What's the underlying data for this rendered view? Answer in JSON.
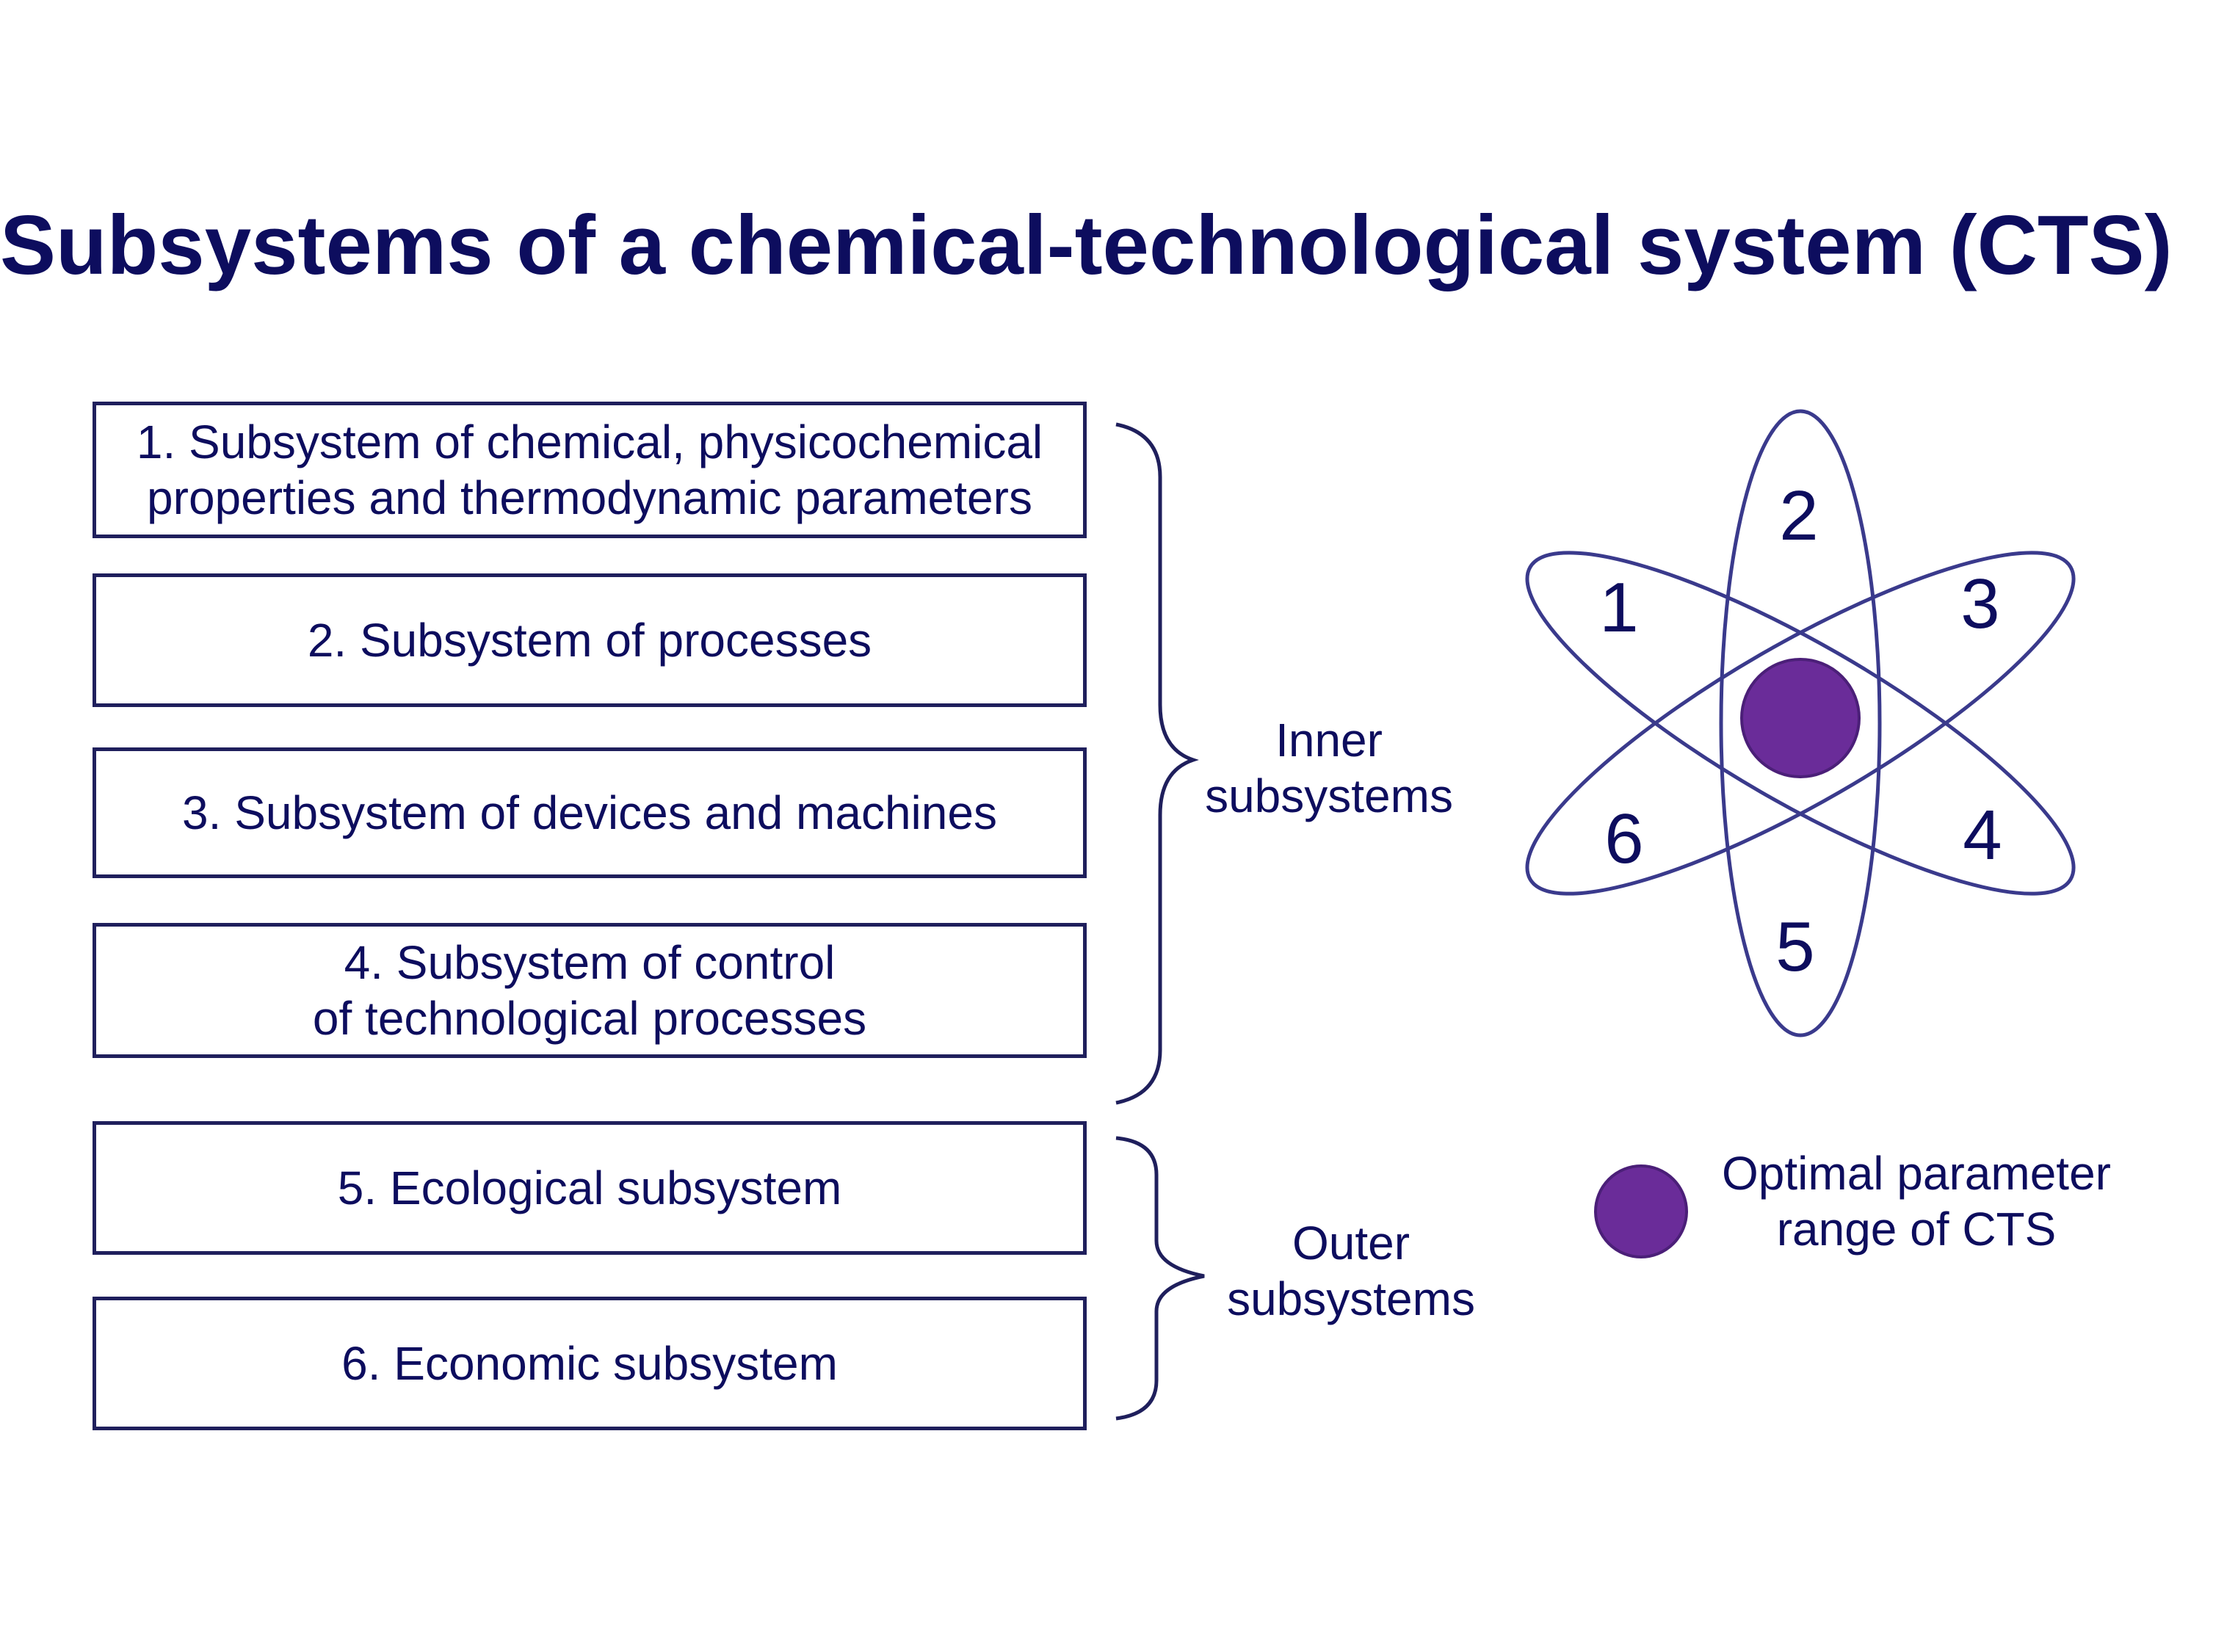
{
  "title": "Subsystems of a chemical-technological system (CTS)",
  "subsystems": [
    {
      "lines": [
        "1. Subsystem of chemical, physicochemical",
        "properties and thermodynamic parameters"
      ]
    },
    {
      "lines": [
        "2. Subsystem of processes"
      ]
    },
    {
      "lines": [
        "3. Subsystem of devices and machines"
      ]
    },
    {
      "lines": [
        "4. Subsystem of control",
        "of technological processes"
      ]
    },
    {
      "lines": [
        "5. Ecological subsystem"
      ]
    },
    {
      "lines": [
        "6. Economic subsystem"
      ]
    }
  ],
  "groups": {
    "inner": {
      "lines": [
        "Inner",
        "subsystems"
      ]
    },
    "outer": {
      "lines": [
        "Outer",
        "subsystems"
      ]
    }
  },
  "orbit_numbers": [
    "1",
    "2",
    "3",
    "4",
    "5",
    "6"
  ],
  "legend": {
    "lines": [
      "Optimal parameter",
      "range of CTS"
    ]
  },
  "colors": {
    "text": "#0d0d5e",
    "box_border": "#1f1f5c",
    "orbit_stroke": "#3a3a8c",
    "nucleus": "#6a2c99",
    "nucleus_border": "#4b1f78"
  }
}
